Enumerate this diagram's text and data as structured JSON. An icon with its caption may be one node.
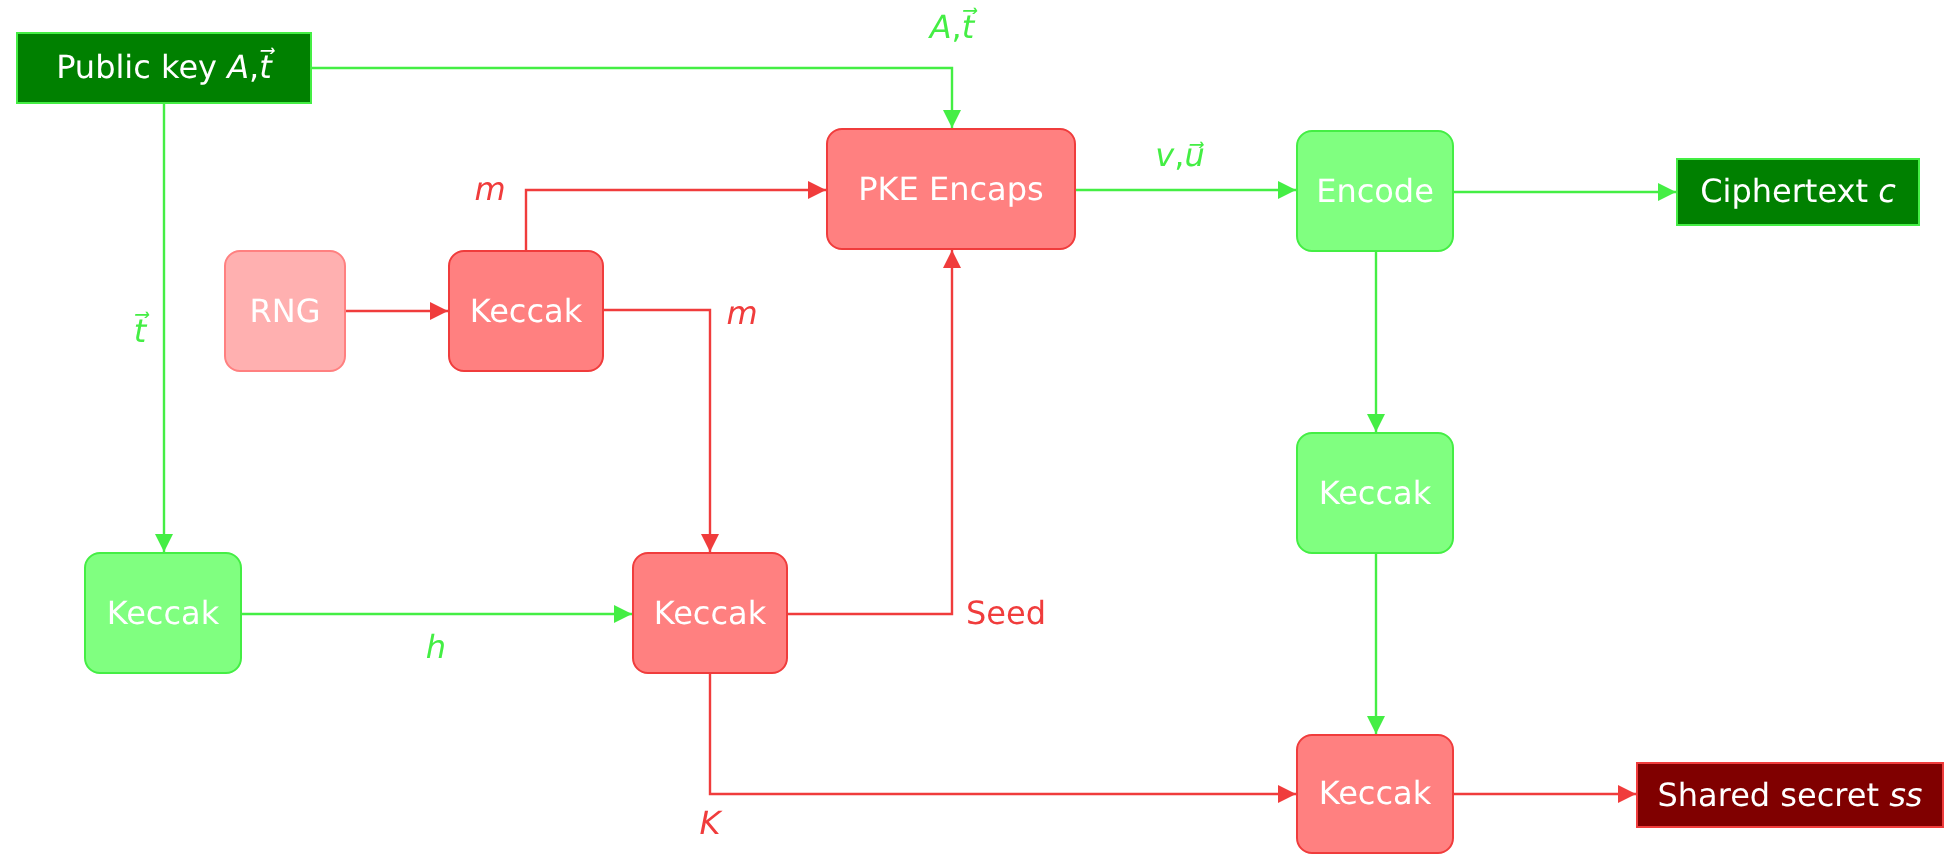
{
  "diagram": {
    "nodes": [
      {
        "text": [
          "Public key *A*,*t⃗*"
        ]
      },
      {
        "text": [
          "PKE Encaps"
        ]
      },
      {
        "text": [
          "Encode"
        ]
      },
      {
        "text": [
          "Ciphertext *c*"
        ]
      },
      {
        "text": [
          "RNG"
        ]
      },
      {
        "text": [
          "Keccak"
        ]
      },
      {
        "text": [
          "Keccak"
        ]
      },
      {
        "text": [
          "Keccak"
        ]
      },
      {
        "text": [
          "Keccak"
        ]
      },
      {
        "text": [
          "Keccak"
        ]
      },
      {
        "text": [
          "Shared secret *ss*"
        ]
      }
    ],
    "edges": [
      {
        "from": 0,
        "to": 1,
        "arrow": "to",
        "label": "*A*,*t⃗*"
      },
      {
        "from": 1,
        "to": 2,
        "arrow": "to",
        "label": "*v*,*u⃗*"
      },
      {
        "from": 2,
        "to": 3,
        "arrow": "to"
      },
      {
        "from": 4,
        "to": 5,
        "arrow": "to",
        "color": "#f03c3c"
      },
      {
        "from": 5,
        "to": 1,
        "arrow": "to",
        "label": "*m*",
        "color": "#f03c3c"
      },
      {
        "from": 5,
        "to": 7,
        "arrow": "to",
        "label": "*m*",
        "color": "#f03c3c"
      },
      {
        "from": 0,
        "to": 6,
        "arrow": "to",
        "label": "*t⃗*"
      },
      {
        "from": 6,
        "to": 7,
        "arrow": "to",
        "label": "*h*"
      },
      {
        "from": 7,
        "to": 1,
        "arrow": "to",
        "label": "Seed",
        "color": "#f03c3c"
      },
      {
        "from": 2,
        "to": 8,
        "arrow": "to"
      },
      {
        "from": 8,
        "to": 9,
        "arrow": "to"
      },
      {
        "from": 7,
        "to": 9,
        "arrow": "to",
        "label": "*K*",
        "color": "#f03c3c"
      },
      {
        "from": 9,
        "to": 10,
        "arrow": "to",
        "color": "#f03c3c"
      }
    ]
  }
}
